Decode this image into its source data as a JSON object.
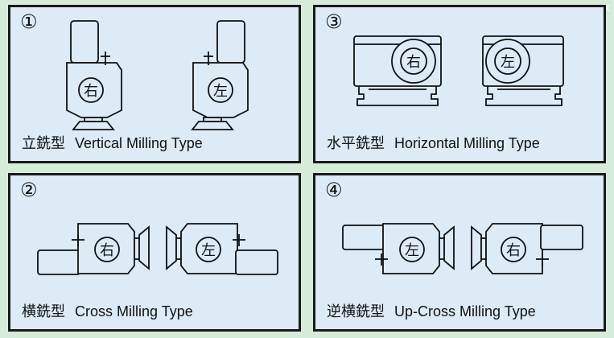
{
  "close_glyph": "✕",
  "panels": [
    {
      "number": "①",
      "jp": "立銑型",
      "en": "Vertical Milling Type",
      "right": "右",
      "left": "左"
    },
    {
      "number": "③",
      "jp": "水平銑型",
      "en": "Horizontal Milling Type",
      "right": "右",
      "left": "左"
    },
    {
      "number": "②",
      "jp": "横銑型",
      "en": "Cross Milling Type",
      "right": "右",
      "left": "左"
    },
    {
      "number": "④",
      "jp": "逆横銑型",
      "en": "Up-Cross Milling Type",
      "left": "左",
      "right": "右"
    }
  ]
}
